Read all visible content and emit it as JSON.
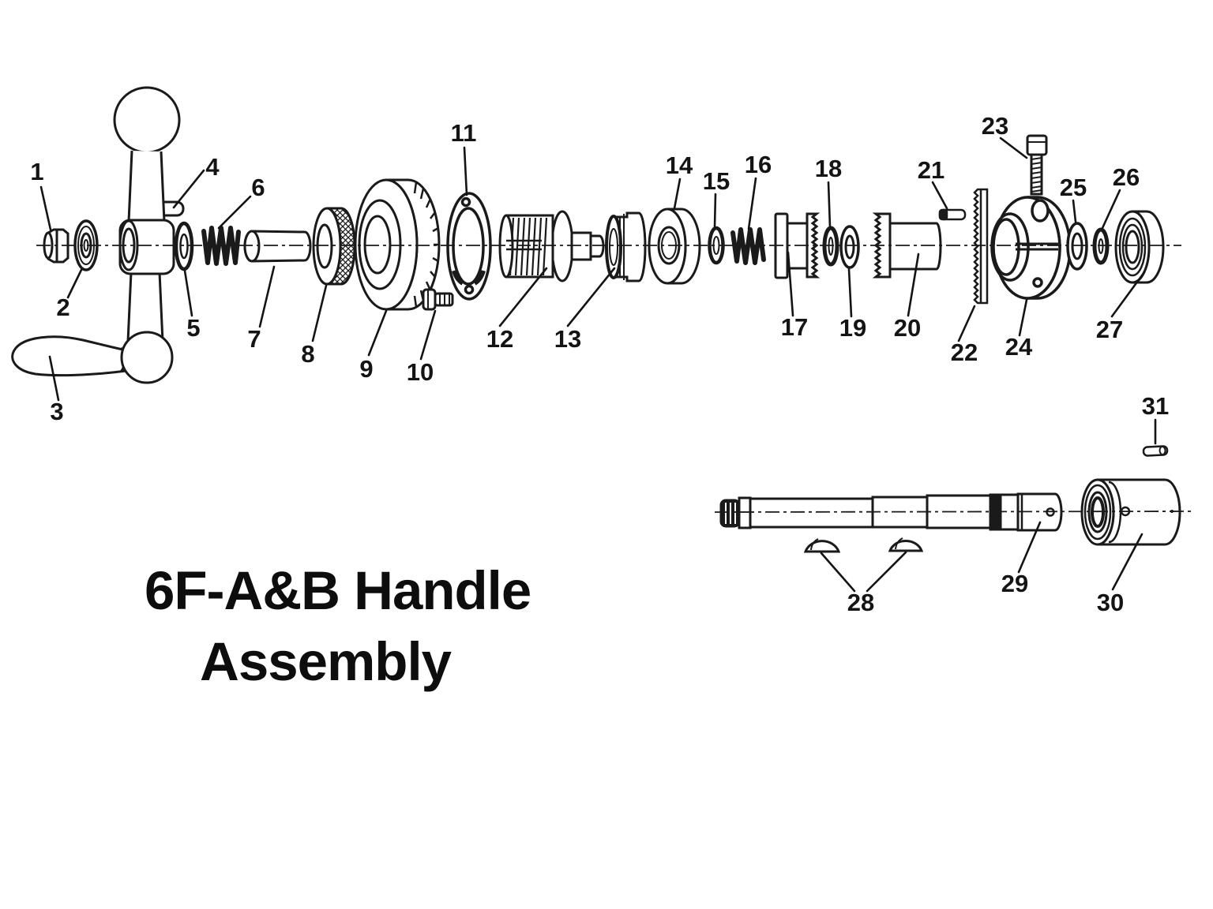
{
  "title": {
    "line1": "6F-A&B Handle",
    "line2": "Assembly"
  },
  "colors": {
    "ink": "#1a1a1a",
    "background": "#ffffff"
  },
  "diagram_type": "exploded-parts-diagram",
  "parts": [
    {
      "num": "1",
      "name": "hex-nut"
    },
    {
      "num": "2",
      "name": "washer"
    },
    {
      "num": "3",
      "name": "handle-grip-lever"
    },
    {
      "num": "4",
      "name": "retaining-pin"
    },
    {
      "num": "5",
      "name": "o-ring"
    },
    {
      "num": "6",
      "name": "coil-spring"
    },
    {
      "num": "7",
      "name": "spacer-sleeve"
    },
    {
      "num": "8",
      "name": "knurled-nut"
    },
    {
      "num": "9",
      "name": "graduated-dial"
    },
    {
      "num": "10",
      "name": "set-screw"
    },
    {
      "num": "11",
      "name": "flange-plate"
    },
    {
      "num": "12",
      "name": "threaded-collet"
    },
    {
      "num": "13",
      "name": "grooved-collar"
    },
    {
      "num": "14",
      "name": "bearing"
    },
    {
      "num": "15",
      "name": "retaining-ring"
    },
    {
      "num": "16",
      "name": "coil-spring"
    },
    {
      "num": "17",
      "name": "serrated-flange-bushing"
    },
    {
      "num": "18",
      "name": "retaining-ring"
    },
    {
      "num": "19",
      "name": "washer-ring"
    },
    {
      "num": "20",
      "name": "serrated-sleeve"
    },
    {
      "num": "21",
      "name": "dowel-pin"
    },
    {
      "num": "22",
      "name": "rack-plate"
    },
    {
      "num": "23",
      "name": "socket-head-screw"
    },
    {
      "num": "24",
      "name": "clamp-hub"
    },
    {
      "num": "25",
      "name": "washer"
    },
    {
      "num": "26",
      "name": "retaining-ring"
    },
    {
      "num": "27",
      "name": "ball-bearing"
    },
    {
      "num": "28",
      "name": "woodruff-keys"
    },
    {
      "num": "29",
      "name": "handle-shaft"
    },
    {
      "num": "30",
      "name": "end-cap"
    },
    {
      "num": "31",
      "name": "dowel-pin"
    }
  ]
}
